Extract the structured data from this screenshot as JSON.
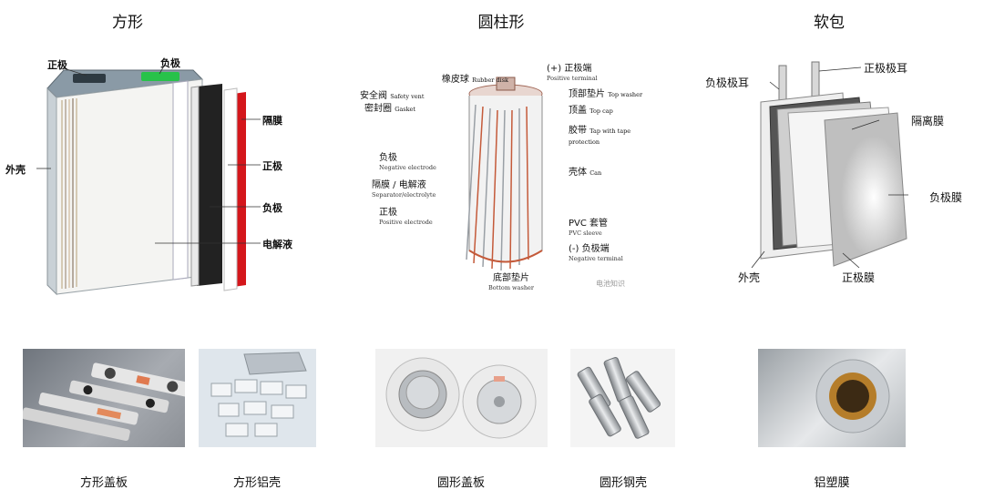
{
  "columns": {
    "prismatic": "方形",
    "cylindrical": "圆柱形",
    "pouch": "软包"
  },
  "prismatic_labels": {
    "positive_tab": "正极",
    "negative_tab": "负极",
    "separator": "隔膜",
    "casing": "外壳",
    "positive": "正极",
    "negative": "负极",
    "electrolyte": "电解液"
  },
  "cylindrical_labels": {
    "rubber_disk": "橡皮球",
    "rubber_disk_en": "Rubber disk",
    "positive_terminal": "(+) 正极端",
    "positive_terminal_en": "Positive terminal",
    "safety_vent": "安全阀",
    "safety_vent_en": "Safety vent",
    "top_washer": "顶部垫片",
    "top_washer_en": "Top washer",
    "gasket": "密封圈",
    "gasket_en": "Gasket",
    "top_cap": "顶盖",
    "top_cap_en": "Top cap",
    "tape": "胶带",
    "tape_en": "Tap with tape protection",
    "negative_electrode": "负极",
    "negative_electrode_en": "Negative electrode",
    "can": "壳体",
    "can_en": "Can",
    "separator": "隔膜 / 电解液",
    "separator_en": "Separator/electrolyte",
    "positive_electrode": "正极",
    "positive_electrode_en": "Positive electrode",
    "pvc_sleeve": "PVC 套管",
    "pvc_sleeve_en": "PVC sleeve",
    "negative_terminal": "(-) 负极端",
    "negative_terminal_en": "Negative terminal",
    "bottom_washer": "底部垫片",
    "bottom_washer_en": "Bottom washer",
    "watermark": "电池知识"
  },
  "pouch_labels": {
    "negative_tab": "负极极耳",
    "positive_tab": "正极极耳",
    "separator": "隔离膜",
    "negative_film": "负极膜",
    "casing": "外壳",
    "positive_film": "正极膜"
  },
  "captions": {
    "prismatic_cap": "方形盖板",
    "prismatic_shell": "方形铝壳",
    "cylindrical_cap": "圆形盖板",
    "cylindrical_shell": "圆形钢壳",
    "aluminum_film": "铝塑膜"
  },
  "colors": {
    "separator_red": "#d4161b",
    "tab_green": "#28c24a",
    "dark_layer": "#222222"
  }
}
